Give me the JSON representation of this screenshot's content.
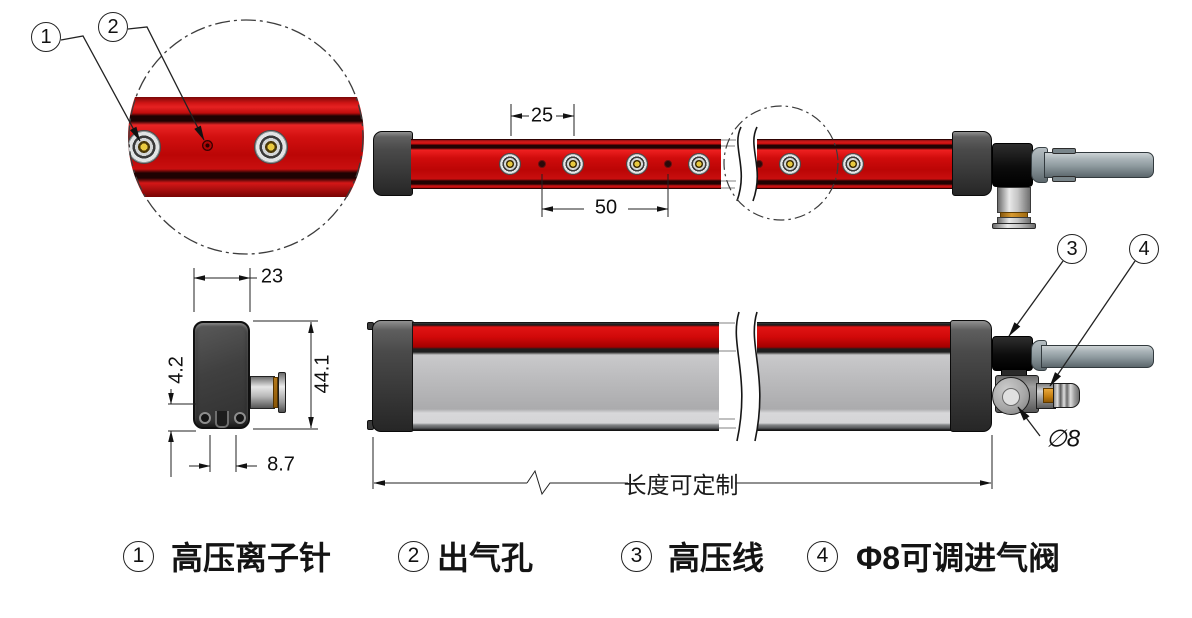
{
  "drawing": {
    "callouts": {
      "n1": "1",
      "n2": "2",
      "n3": "3",
      "n4": "4"
    },
    "dims": {
      "pitch": "25",
      "hole_pitch": "50",
      "width": "23",
      "height": "44.1",
      "bottom_offset": "4.2",
      "hole_spacing": "8.7",
      "valve_diameter": "∅8",
      "length_note": "长度可定制"
    },
    "legend": [
      {
        "num": "1",
        "label": "高压离子针"
      },
      {
        "num": "2",
        "label": "出气孔"
      },
      {
        "num": "3",
        "label": "高压线"
      },
      {
        "num": "4",
        "label": "Φ8可调进气阀"
      }
    ],
    "colors": {
      "bar_red": "#c80b0b",
      "cap_gray": "#3f3f3f",
      "body_gray": "#b8b8ba",
      "cable_gray": "#97a2a7",
      "brass": "#bf7a18"
    }
  }
}
